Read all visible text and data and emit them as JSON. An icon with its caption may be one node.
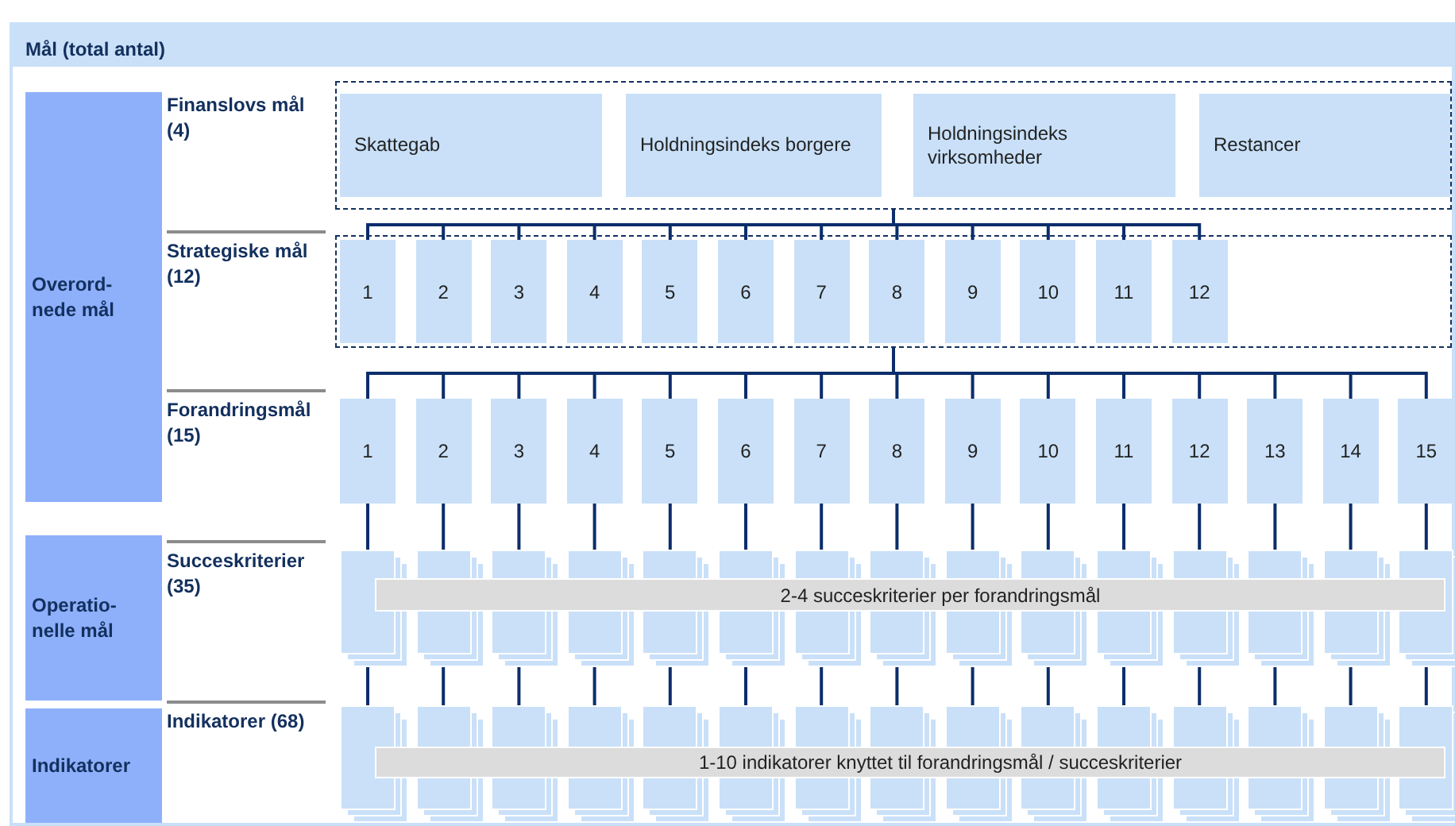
{
  "diagram": {
    "nodes": [
      {
        "text": [
          "Mål (total antal)"
        ]
      },
      {
        "text": [
          "Overord- nede mål"
        ],
        "in": 0
      },
      {
        "text": [
          "Operatio- nelle mål"
        ],
        "in": 0
      },
      {
        "text": [
          "Indikatorer"
        ],
        "in": 0
      },
      {
        "text": [],
        "shape": "box",
        "in": 0
      },
      {
        "text": [
          "Skattegab"
        ],
        "in": 4
      },
      {
        "text": [
          "Holdningsindeks borgere"
        ],
        "in": 4
      },
      {
        "text": [
          "Holdningsindeks virksomheder"
        ],
        "in": 4
      },
      {
        "text": [
          "Restancer"
        ],
        "in": 4
      },
      {
        "text": [],
        "shape": "box",
        "in": 0
      },
      {
        "text": [
          "1"
        ],
        "in": 9
      },
      {
        "text": [
          "2"
        ],
        "in": 9
      },
      {
        "text": [
          "3"
        ],
        "in": 9
      },
      {
        "text": [
          "4"
        ],
        "in": 9
      },
      {
        "text": [
          "5"
        ],
        "in": 9
      },
      {
        "text": [
          "6"
        ],
        "in": 9
      },
      {
        "text": [
          "7"
        ],
        "in": 9
      },
      {
        "text": [
          "8"
        ],
        "in": 9
      },
      {
        "text": [
          "9"
        ],
        "in": 9
      },
      {
        "text": [
          "10"
        ],
        "in": 9
      },
      {
        "text": [
          "11"
        ],
        "in": 9
      },
      {
        "text": [
          "12"
        ],
        "in": 9
      },
      {
        "text": [
          "1"
        ],
        "in": 0
      },
      {
        "text": [
          "2"
        ],
        "in": 0
      },
      {
        "text": [
          "3"
        ],
        "in": 0
      },
      {
        "text": [
          "4"
        ],
        "in": 0
      },
      {
        "text": [
          "5"
        ],
        "in": 0
      },
      {
        "text": [
          "6"
        ],
        "in": 0
      },
      {
        "text": [
          "7"
        ],
        "in": 0
      },
      {
        "text": [
          "8"
        ],
        "in": 0
      },
      {
        "text": [
          "9"
        ],
        "in": 0
      },
      {
        "text": [
          "10"
        ],
        "in": 0
      },
      {
        "text": [
          "11"
        ],
        "in": 0
      },
      {
        "text": [
          "12"
        ],
        "in": 0
      },
      {
        "text": [
          "13"
        ],
        "in": 0
      },
      {
        "text": [
          "14"
        ],
        "in": 0
      },
      {
        "text": [
          "15"
        ],
        "in": 0
      },
      {
        "text": [],
        "shape": "box",
        "in": 0
      },
      {
        "text": [],
        "shape": "box",
        "in": 0
      },
      {
        "text": [],
        "shape": "box",
        "in": 0
      },
      {
        "text": [],
        "shape": "box",
        "in": 0
      },
      {
        "text": [],
        "shape": "box",
        "in": 0
      },
      {
        "text": [],
        "shape": "box",
        "in": 0
      },
      {
        "text": [],
        "shape": "box",
        "in": 0
      },
      {
        "text": [],
        "shape": "box",
        "in": 0
      },
      {
        "text": [],
        "shape": "box",
        "in": 0
      },
      {
        "text": [],
        "shape": "box",
        "in": 0
      },
      {
        "text": [],
        "shape": "box",
        "in": 0
      },
      {
        "text": [],
        "shape": "box",
        "in": 0
      },
      {
        "text": [],
        "shape": "box",
        "in": 0
      },
      {
        "text": [],
        "shape": "box",
        "in": 0
      },
      {
        "text": [],
        "shape": "box",
        "in": 0
      },
      {
        "text": [
          "2-4 succeskriterier per forandringsmål"
        ],
        "in": 0
      },
      {
        "text": [],
        "shape": "box",
        "in": 0
      },
      {
        "text": [],
        "shape": "box",
        "in": 0
      },
      {
        "text": [],
        "shape": "box",
        "in": 0
      },
      {
        "text": [],
        "shape": "box",
        "in": 0
      },
      {
        "text": [],
        "shape": "box",
        "in": 0
      },
      {
        "text": [],
        "shape": "box",
        "in": 0
      },
      {
        "text": [],
        "shape": "box",
        "in": 0
      },
      {
        "text": [],
        "shape": "box",
        "in": 0
      },
      {
        "text": [],
        "shape": "box",
        "in": 0
      },
      {
        "text": [],
        "shape": "box",
        "in": 0
      },
      {
        "text": [],
        "shape": "box",
        "in": 0
      },
      {
        "text": [],
        "shape": "box",
        "in": 0
      },
      {
        "text": [],
        "shape": "box",
        "in": 0
      },
      {
        "text": [],
        "shape": "box",
        "in": 0
      },
      {
        "text": [],
        "shape": "box",
        "in": 0
      },
      {
        "text": [
          "1-10 indikatorer knyttet til forandringsmål / succeskriterier"
        ],
        "in": 0
      }
    ],
    "edges": [
      {
        "from": 4,
        "to": 10,
        "arrow": "none"
      },
      {
        "from": 4,
        "to": 11,
        "arrow": "none"
      },
      {
        "from": 4,
        "to": 12,
        "arrow": "none"
      },
      {
        "from": 4,
        "to": 13,
        "arrow": "none"
      },
      {
        "from": 4,
        "to": 14,
        "arrow": "none"
      },
      {
        "from": 4,
        "to": 15,
        "arrow": "none"
      },
      {
        "from": 4,
        "to": 16,
        "arrow": "none"
      },
      {
        "from": 4,
        "to": 17,
        "arrow": "none"
      },
      {
        "from": 4,
        "to": 18,
        "arrow": "none"
      },
      {
        "from": 4,
        "to": 19,
        "arrow": "none"
      },
      {
        "from": 4,
        "to": 20,
        "arrow": "none"
      },
      {
        "from": 4,
        "to": 21,
        "arrow": "none"
      },
      {
        "from": 9,
        "to": 22,
        "arrow": "none"
      },
      {
        "from": 9,
        "to": 23,
        "arrow": "none"
      },
      {
        "from": 9,
        "to": 24,
        "arrow": "none"
      },
      {
        "from": 9,
        "to": 25,
        "arrow": "none"
      },
      {
        "from": 9,
        "to": 26,
        "arrow": "none"
      },
      {
        "from": 9,
        "to": 27,
        "arrow": "none"
      },
      {
        "from": 9,
        "to": 28,
        "arrow": "none"
      },
      {
        "from": 9,
        "to": 29,
        "arrow": "none"
      },
      {
        "from": 9,
        "to": 30,
        "arrow": "none"
      },
      {
        "from": 9,
        "to": 31,
        "arrow": "none"
      },
      {
        "from": 9,
        "to": 32,
        "arrow": "none"
      },
      {
        "from": 9,
        "to": 33,
        "arrow": "none"
      },
      {
        "from": 9,
        "to": 34,
        "arrow": "none"
      },
      {
        "from": 9,
        "to": 35,
        "arrow": "none"
      },
      {
        "from": 9,
        "to": 36,
        "arrow": "none"
      },
      {
        "from": 22,
        "to": 37,
        "arrow": "none"
      },
      {
        "from": 23,
        "to": 38,
        "arrow": "none"
      },
      {
        "from": 24,
        "to": 39,
        "arrow": "none"
      },
      {
        "from": 25,
        "to": 40,
        "arrow": "none"
      },
      {
        "from": 26,
        "to": 41,
        "arrow": "none"
      },
      {
        "from": 27,
        "to": 42,
        "arrow": "none"
      },
      {
        "from": 28,
        "to": 43,
        "arrow": "none"
      },
      {
        "from": 29,
        "to": 44,
        "arrow": "none"
      },
      {
        "from": 30,
        "to": 45,
        "arrow": "none"
      },
      {
        "from": 31,
        "to": 46,
        "arrow": "none"
      },
      {
        "from": 32,
        "to": 47,
        "arrow": "none"
      },
      {
        "from": 33,
        "to": 48,
        "arrow": "none"
      },
      {
        "from": 34,
        "to": 49,
        "arrow": "none"
      },
      {
        "from": 35,
        "to": 50,
        "arrow": "none"
      },
      {
        "from": 36,
        "to": 51,
        "arrow": "none"
      },
      {
        "from": 37,
        "to": 53,
        "arrow": "none"
      },
      {
        "from": 38,
        "to": 54,
        "arrow": "none"
      },
      {
        "from": 39,
        "to": 55,
        "arrow": "none"
      },
      {
        "from": 40,
        "to": 56,
        "arrow": "none"
      },
      {
        "from": 41,
        "to": 57,
        "arrow": "none"
      },
      {
        "from": 42,
        "to": 58,
        "arrow": "none"
      },
      {
        "from": 43,
        "to": 59,
        "arrow": "none"
      },
      {
        "from": 44,
        "to": 60,
        "arrow": "none"
      },
      {
        "from": 45,
        "to": 61,
        "arrow": "none"
      },
      {
        "from": 46,
        "to": 62,
        "arrow": "none"
      },
      {
        "from": 47,
        "to": 63,
        "arrow": "none"
      },
      {
        "from": 48,
        "to": 64,
        "arrow": "none"
      },
      {
        "from": 49,
        "to": 65,
        "arrow": "none"
      },
      {
        "from": 50,
        "to": 66,
        "arrow": "none"
      },
      {
        "from": 51,
        "to": 67,
        "arrow": "none"
      }
    ],
    "labels": [
      "Finanslovs mål (4)",
      "Strategiske mål (12)",
      "Forandringsmål (15)",
      "Succeskriterier (35)",
      "Indikatorer (68)"
    ]
  }
}
